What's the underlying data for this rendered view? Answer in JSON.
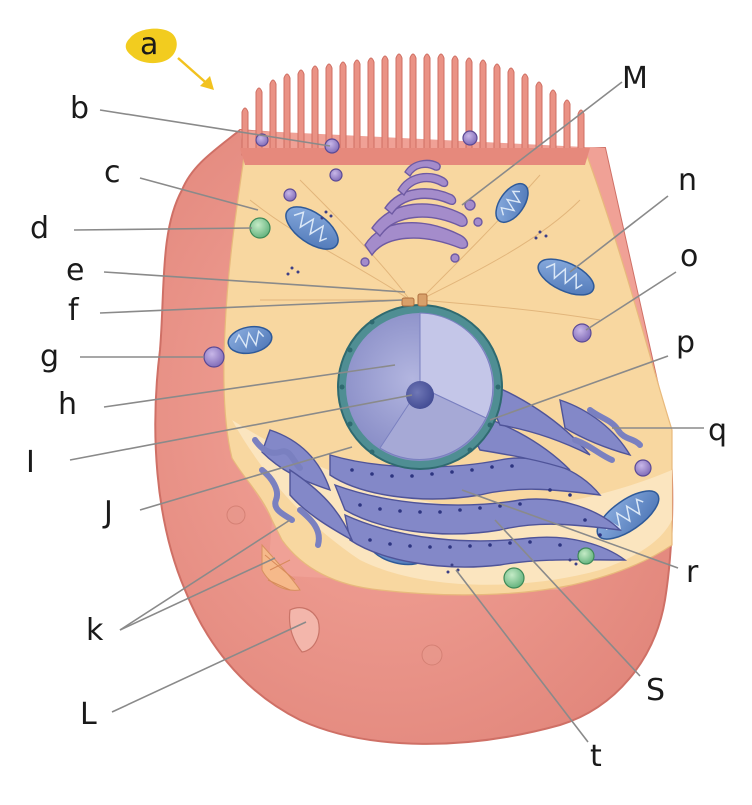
{
  "diagram": {
    "labels": [
      {
        "id": "a",
        "text": "a",
        "highlight_color": "#f2cc1f"
      },
      {
        "id": "b",
        "text": "b"
      },
      {
        "id": "c",
        "text": "c"
      },
      {
        "id": "d",
        "text": "d"
      },
      {
        "id": "e",
        "text": "e"
      },
      {
        "id": "f",
        "text": "f"
      },
      {
        "id": "g",
        "text": "g"
      },
      {
        "id": "h",
        "text": "h"
      },
      {
        "id": "i",
        "text": "I"
      },
      {
        "id": "j",
        "text": "J"
      },
      {
        "id": "k",
        "text": "k"
      },
      {
        "id": "l",
        "text": "L"
      },
      {
        "id": "m",
        "text": "M"
      },
      {
        "id": "n",
        "text": "n"
      },
      {
        "id": "o",
        "text": "o"
      },
      {
        "id": "p",
        "text": "p"
      },
      {
        "id": "q",
        "text": "q"
      },
      {
        "id": "r",
        "text": "r"
      },
      {
        "id": "s",
        "text": "S"
      },
      {
        "id": "t",
        "text": "t"
      }
    ],
    "colors": {
      "membrane": "#e98f84",
      "membrane_dark": "#d2726a",
      "cytoplasm": "#f7d49b",
      "cytoplasm_light": "#fbe6c2",
      "nucleus": "#8f95c8",
      "nucleus_envelope": "#4f8e93",
      "er": "#7f83c2",
      "mitochondria": "#5d86c4",
      "golgi": "#9b86c3",
      "vesicle": "#9b85c9",
      "peroxisome": "#8cc79a",
      "arrow": "#f2c21f"
    }
  }
}
